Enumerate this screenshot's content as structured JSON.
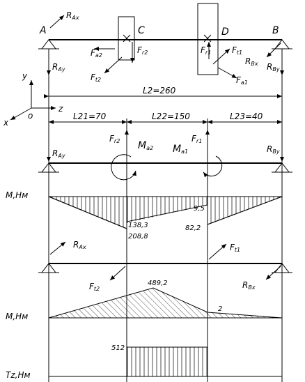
{
  "points": {
    "A": "A",
    "B": "B",
    "C": "C",
    "D": "D"
  },
  "forces": {
    "R": "R",
    "F": "F",
    "M": "M",
    "Ax": "Ax",
    "Ay": "Ay",
    "Bx": "Bx",
    "By": "By",
    "a2": "a2",
    "r2": "r2",
    "t2": "t2",
    "r1": "r1",
    "t1": "t1",
    "a1": "a1"
  },
  "axes": {
    "y": "y",
    "z": "z",
    "x": "x",
    "o": "o"
  },
  "dimensions": {
    "total": "L2=260",
    "l21": "L21=70",
    "l22": "L22=150",
    "l23": "L23=40"
  },
  "diagram_labels": {
    "moment_y": "M,Нм",
    "moment_x": "M,Нм",
    "torque": "Tz,Нм"
  },
  "values": {
    "v138": "138,3",
    "v208": "208,8",
    "v95": "9,5",
    "v822": "82,2",
    "v4892": "489,2",
    "v2": "2",
    "v512": "512"
  }
}
